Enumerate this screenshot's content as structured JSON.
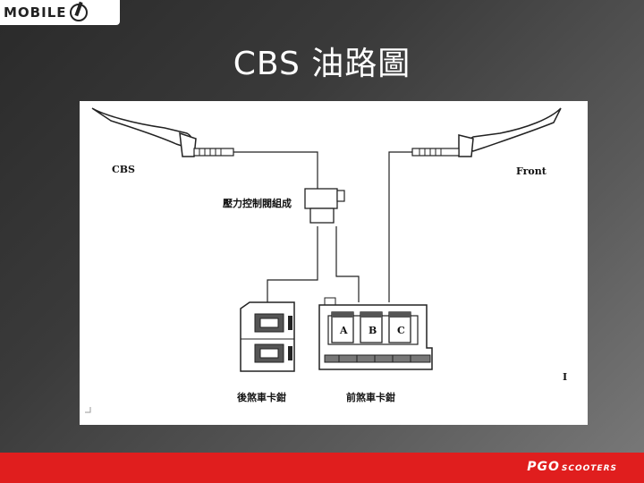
{
  "watermark": {
    "text": "MOBILE"
  },
  "slide": {
    "title": "CBS 油路圖"
  },
  "diagram": {
    "label_cbs": "CBS",
    "label_front": "Front",
    "label_valve": "壓力控制閥組成",
    "label_rear_caliper": "後煞車卡鉗",
    "label_front_caliper": "前煞車卡鉗",
    "piston_a": "A",
    "piston_b": "B",
    "piston_c": "C",
    "page_mark": "I"
  },
  "footer": {
    "brand": "PGO",
    "brand_sub": "SCOOTERS",
    "color": "#e01e1e"
  }
}
